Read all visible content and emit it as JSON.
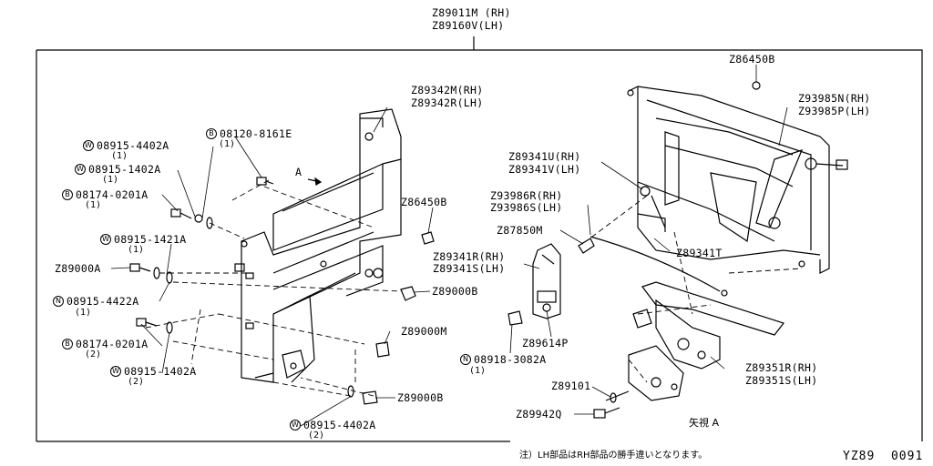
{
  "header": {
    "part_rh": "Z89011M (RH)",
    "part_lh": "Z89160V(LH)"
  },
  "callouts": [
    {
      "id": "c1",
      "prefix": "W",
      "text": "08915-4402A",
      "qty": "(1)"
    },
    {
      "id": "c2",
      "prefix": "W",
      "text": "08915-1402A",
      "qty": "(1)"
    },
    {
      "id": "c3",
      "prefix": "B",
      "text": "08174-0201A",
      "qty": "(1)"
    },
    {
      "id": "c4",
      "prefix": "W",
      "text": "08915-1421A",
      "qty": "(1)"
    },
    {
      "id": "c5",
      "prefix": "",
      "text": "Z89000A",
      "qty": ""
    },
    {
      "id": "c6",
      "prefix": "N",
      "text": "08915-4422A",
      "qty": "(1)"
    },
    {
      "id": "c7",
      "prefix": "B",
      "text": "08174-0201A",
      "qty": "(2)"
    },
    {
      "id": "c8",
      "prefix": "W",
      "text": "08915-1402A",
      "qty": "(2)"
    },
    {
      "id": "c9",
      "prefix": "W",
      "text": "08915-4402A",
      "qty": "(2)"
    },
    {
      "id": "c10",
      "prefix": "B",
      "text": "08120-8161E",
      "qty": "(1)"
    },
    {
      "id": "c11",
      "prefix": "",
      "text": "Z89342M(RH)",
      "qty": ""
    },
    {
      "id": "c12",
      "prefix": "",
      "text": "Z89342R(LH)",
      "qty": ""
    },
    {
      "id": "c13",
      "prefix": "",
      "text": "Z86450B",
      "qty": ""
    },
    {
      "id": "c14",
      "prefix": "",
      "text": "Z89000B",
      "qty": ""
    },
    {
      "id": "c15",
      "prefix": "",
      "text": "Z89000M",
      "qty": ""
    },
    {
      "id": "c16",
      "prefix": "",
      "text": "Z89000B",
      "qty": ""
    },
    {
      "id": "c17",
      "prefix": "",
      "text": "Z86450B",
      "qty": ""
    },
    {
      "id": "c18",
      "prefix": "",
      "text": "Z93985N(RH)",
      "qty": ""
    },
    {
      "id": "c19",
      "prefix": "",
      "text": "Z93985P(LH)",
      "qty": ""
    },
    {
      "id": "c20",
      "prefix": "",
      "text": "Z89341U(RH)",
      "qty": ""
    },
    {
      "id": "c21",
      "prefix": "",
      "text": "Z89341V(LH)",
      "qty": ""
    },
    {
      "id": "c22",
      "prefix": "",
      "text": "Z93986R(RH)",
      "qty": ""
    },
    {
      "id": "c23",
      "prefix": "",
      "text": "Z93986S(LH)",
      "qty": ""
    },
    {
      "id": "c24",
      "prefix": "",
      "text": "Z87850M",
      "qty": ""
    },
    {
      "id": "c25",
      "prefix": "",
      "text": "Z89341T",
      "qty": ""
    },
    {
      "id": "c26",
      "prefix": "",
      "text": "Z89341R(RH)",
      "qty": ""
    },
    {
      "id": "c27",
      "prefix": "",
      "text": "Z89341S(LH)",
      "qty": ""
    },
    {
      "id": "c28",
      "prefix": "",
      "text": "Z89614P",
      "qty": ""
    },
    {
      "id": "c29",
      "prefix": "N",
      "text": "08918-3082A",
      "qty": "(1)"
    },
    {
      "id": "c30",
      "prefix": "",
      "text": "Z89351R(RH)",
      "qty": ""
    },
    {
      "id": "c31",
      "prefix": "",
      "text": "Z89351S(LH)",
      "qty": ""
    },
    {
      "id": "c32",
      "prefix": "",
      "text": "Z89101",
      "qty": ""
    },
    {
      "id": "c33",
      "prefix": "",
      "text": "Z89942Q",
      "qty": ""
    }
  ],
  "view_arrow_label": "A",
  "view_label": "矢視 A",
  "footnote": "注）LH部品はRH部品の勝手違いとなります。",
  "diagram_code": "YZ89  0091"
}
